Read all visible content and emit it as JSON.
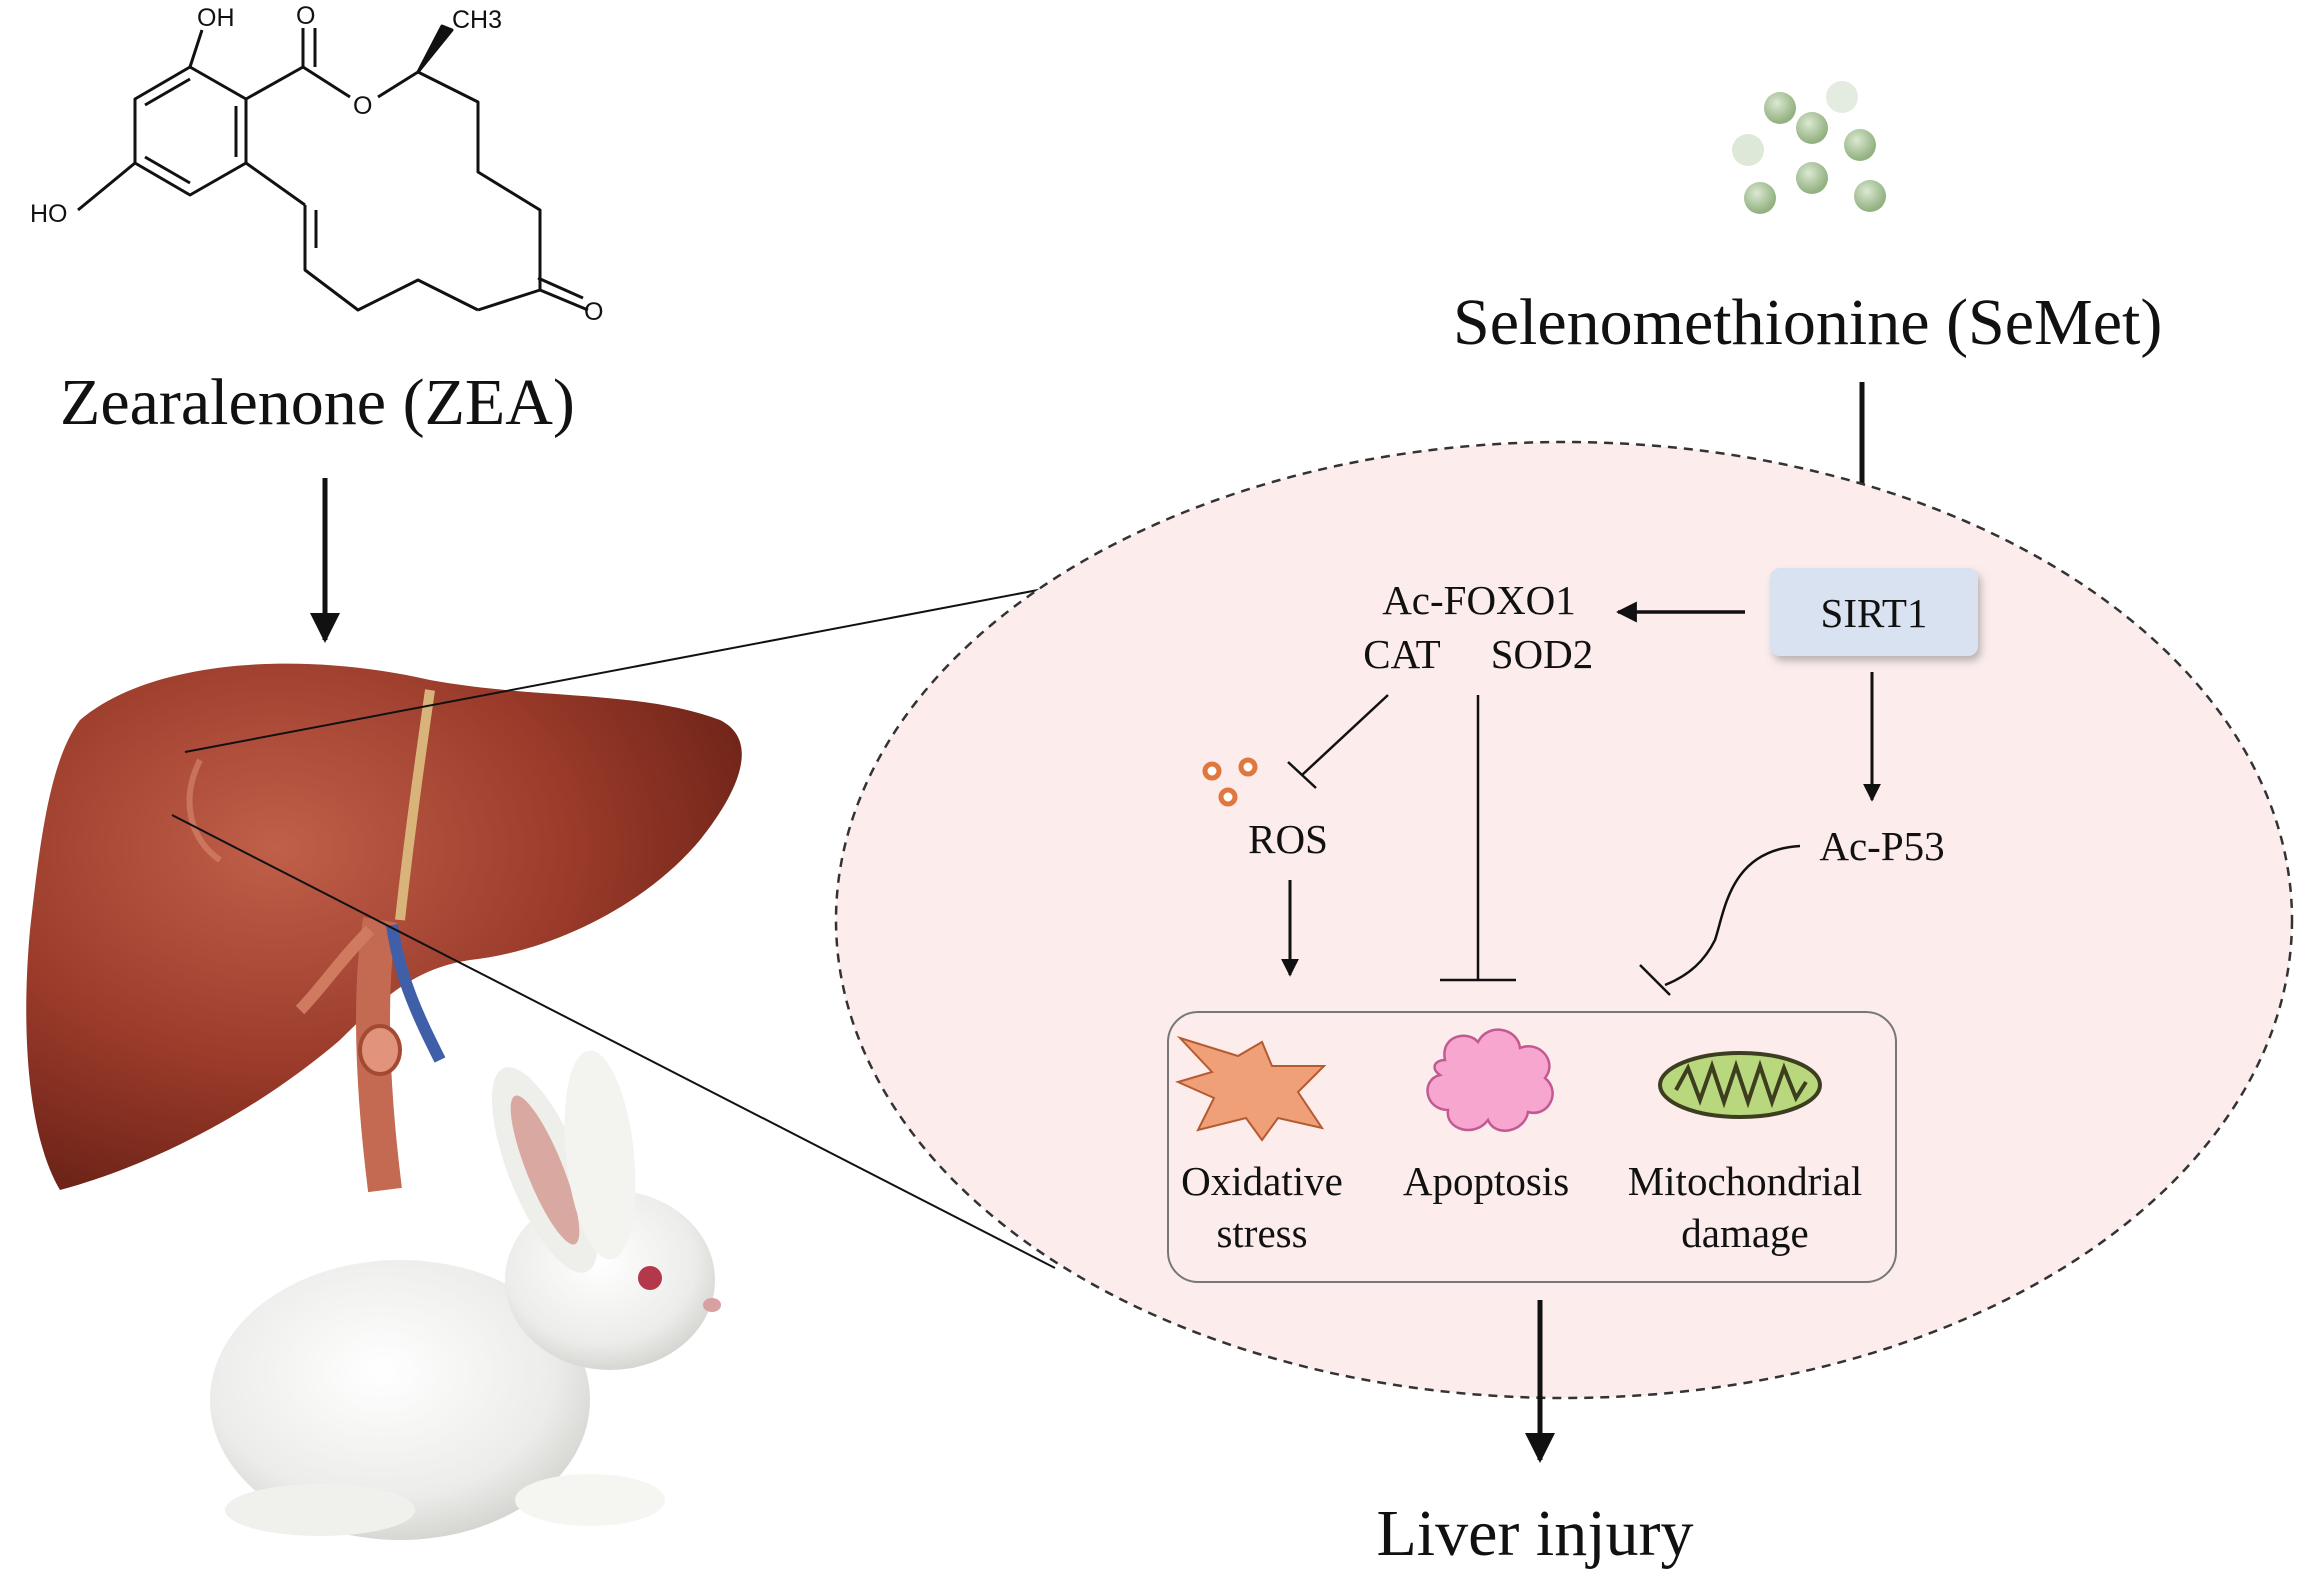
{
  "zea": {
    "title": "Zearalenone (ZEA)",
    "atoms": {
      "oh_top": "OH",
      "ho_left": "HO",
      "o_carbonyl": "O",
      "o_ester": "O",
      "ch3": "CH3",
      "o_ketone": "O"
    }
  },
  "semet": {
    "title": "Selenomethionine (SeMet)"
  },
  "pathway": {
    "sirt1": "SIRT1",
    "foxo1": "Ac-FOXO1",
    "cat": "CAT",
    "sod2": "SOD2",
    "ros": "ROS",
    "p53": "Ac-P53",
    "effects": {
      "oxidative_line1": "Oxidative",
      "oxidative_line2": "stress",
      "apoptosis": "Apoptosis",
      "mito_line1": "Mitochondrial",
      "mito_line2": "damage"
    }
  },
  "outcome": "Liver injury",
  "colors": {
    "cell_fill": "#fcecec",
    "sirt1_fill": "#d9e2f0",
    "liver": "#9a3a2a",
    "starburst": "#f0a078",
    "apoptosis": "#f7a6cf",
    "mitochondria": "#b9d77c",
    "ros_dots": "#e0783e",
    "pellet": "#a9c29a"
  },
  "icons": [
    "liver-illustration",
    "rabbit-illustration",
    "semet-pellets",
    "oxidative-stress-icon",
    "apoptosis-icon",
    "mitochondria-icon",
    "ros-icon"
  ]
}
